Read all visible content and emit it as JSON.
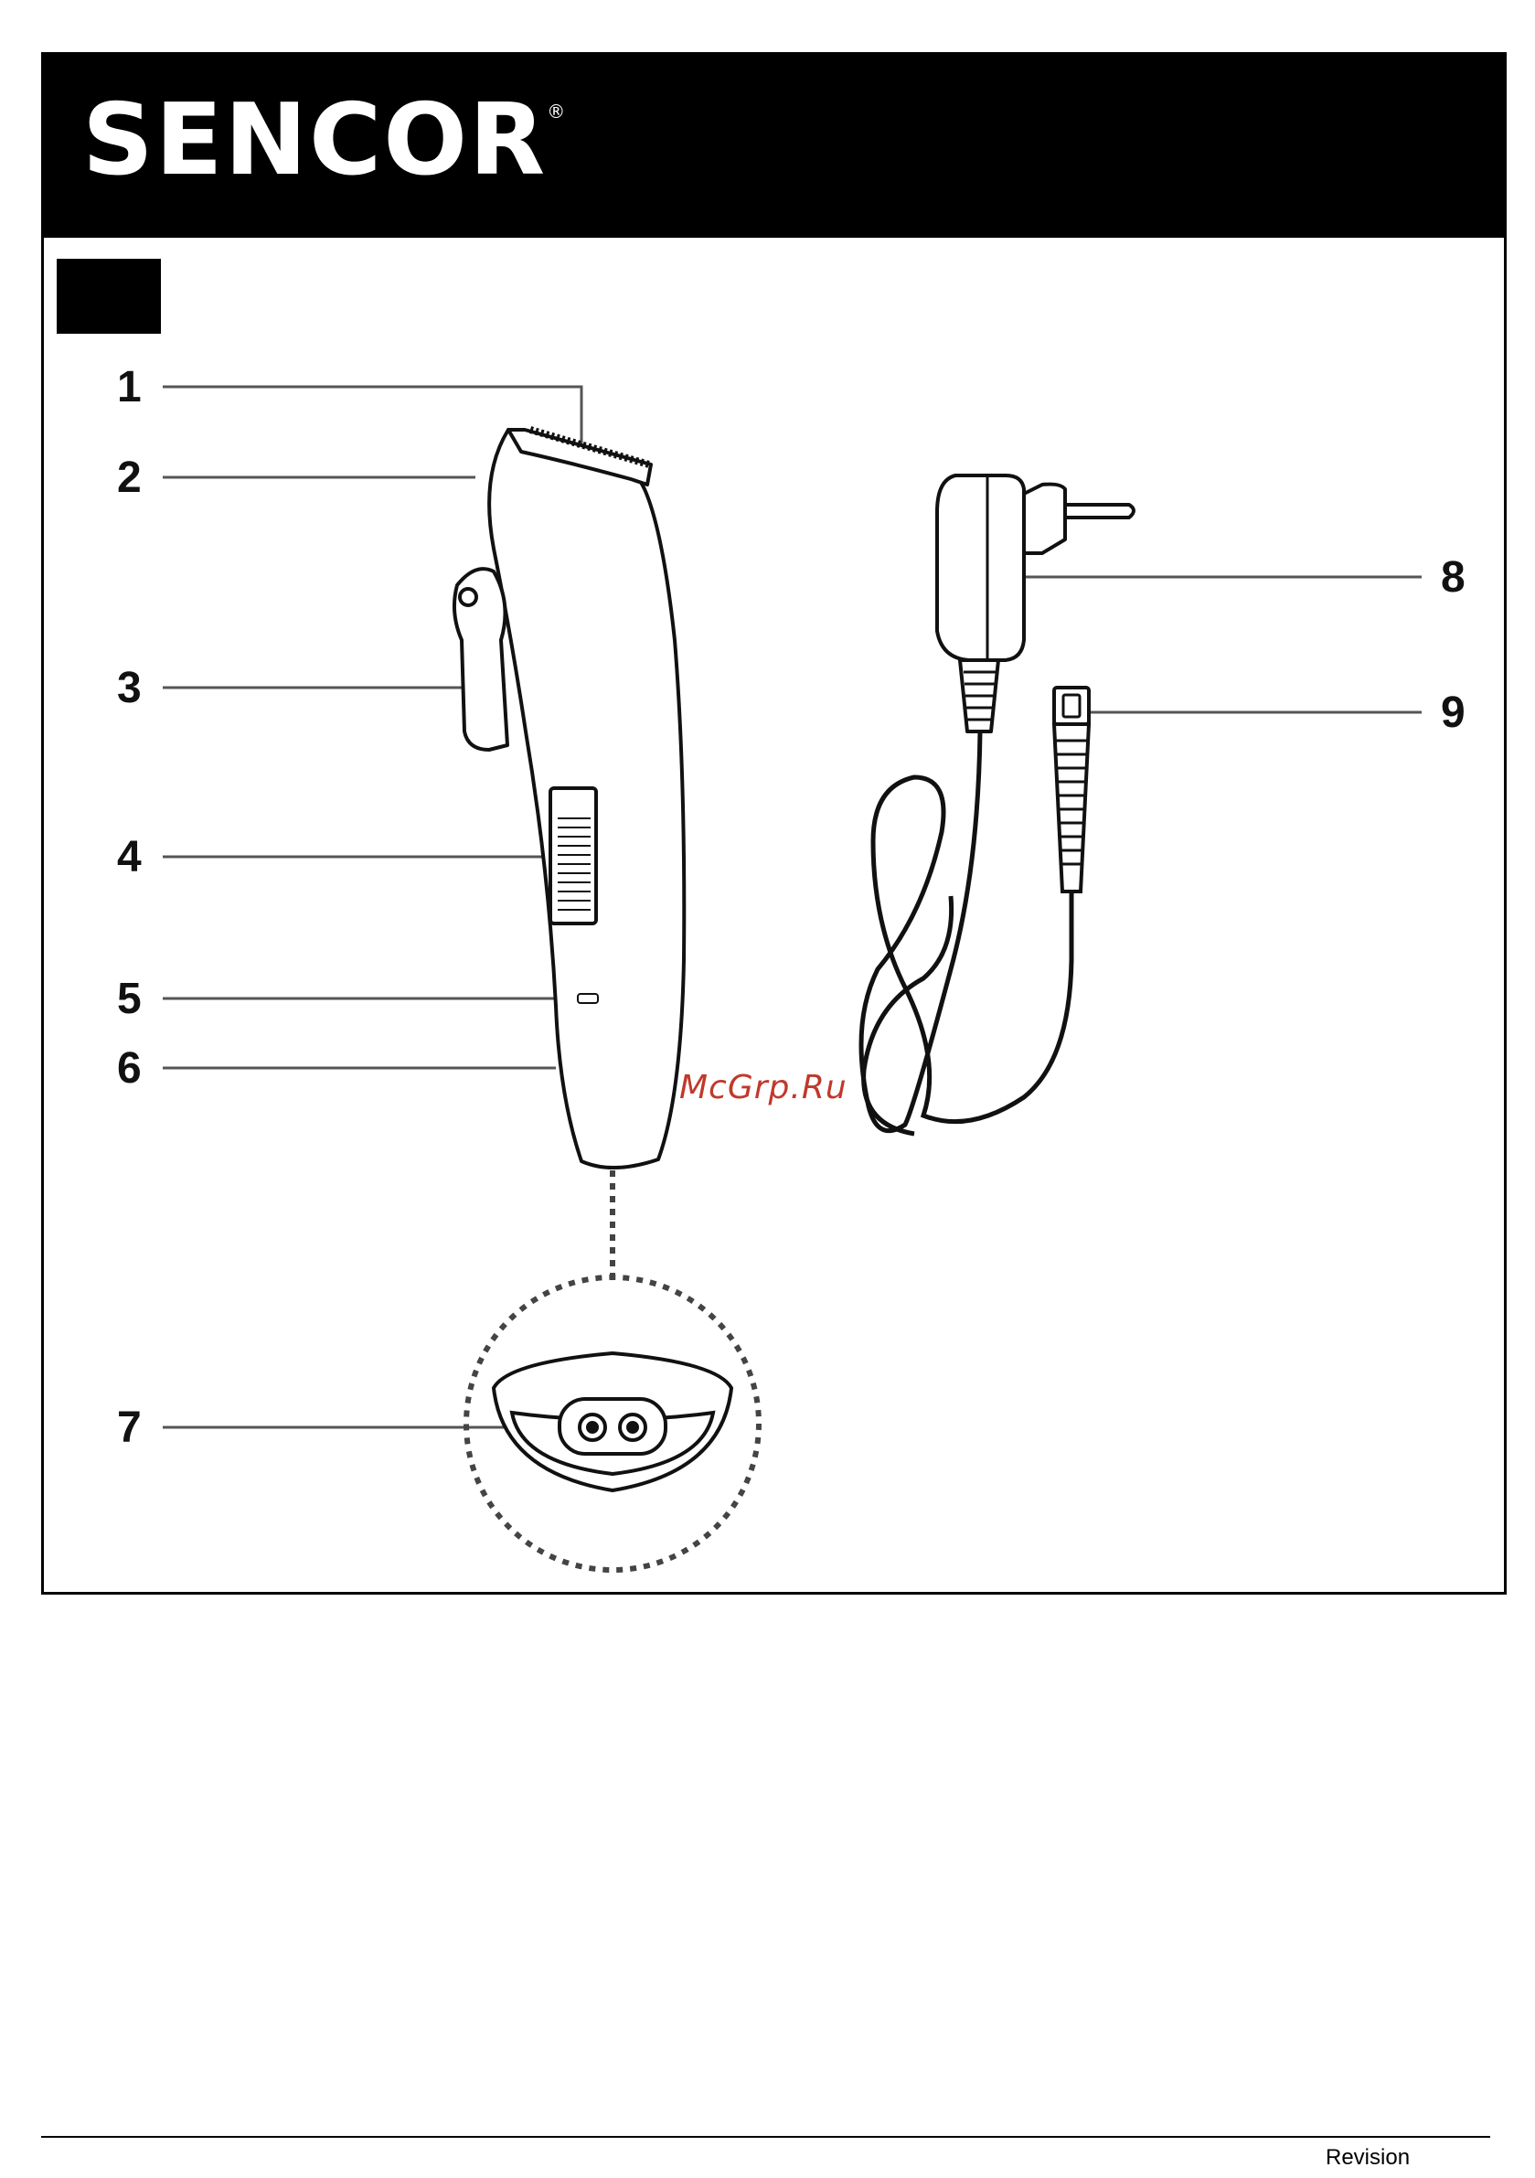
{
  "header": {
    "brand": "SENCOR",
    "registered_mark": "®"
  },
  "callouts": [
    "1",
    "2",
    "3",
    "4",
    "5",
    "6",
    "7",
    "8",
    "9"
  ],
  "watermark": "McGrp.Ru",
  "footer": {
    "revision_label": "Revision"
  }
}
